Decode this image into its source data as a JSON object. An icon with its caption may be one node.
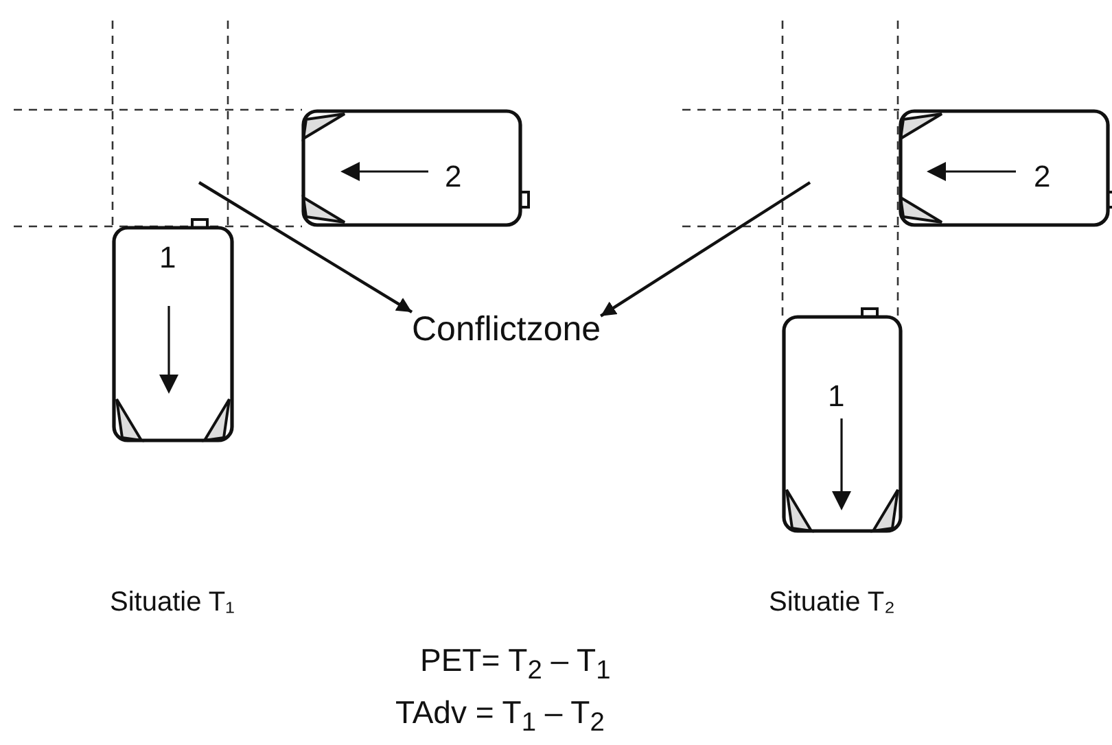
{
  "diagram": {
    "nodes": [
      {
        "text": [
          "1"
        ]
      },
      {
        "text": [
          "2"
        ]
      },
      {
        "text": [
          "Conflictzone"
        ]
      },
      {
        "text": [
          "2"
        ]
      },
      {
        "text": [
          "1"
        ]
      }
    ],
    "edges": [
      {
        "from": null,
        "to": 2,
        "arrow": "to"
      },
      {
        "from": null,
        "to": 2,
        "arrow": "to"
      }
    ],
    "labels": [
      "Situatie T₁",
      "Situatie T₂",
      "PET= T$_{2}$ – T$_{1}$",
      "TAdv = T$_{1}$ – T$_{2}$"
    ]
  }
}
